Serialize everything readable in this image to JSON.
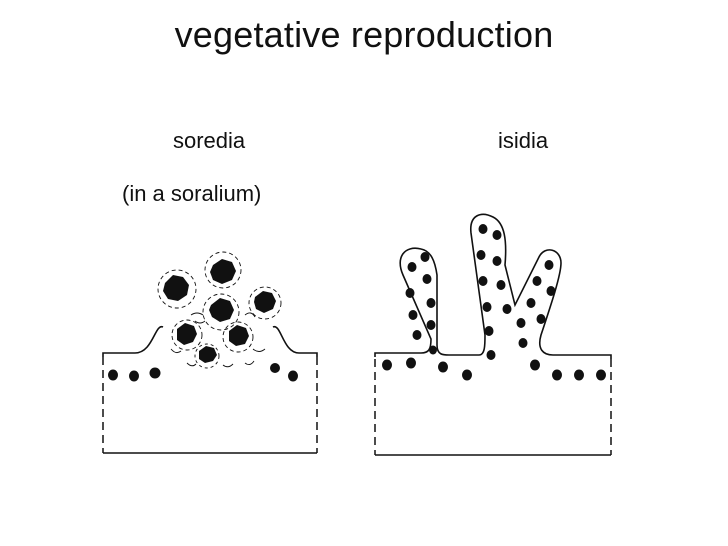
{
  "slide": {
    "title": "vegetative reproduction"
  },
  "soredia_panel": {
    "label": "soredia",
    "sublabel": "(in a soralium)"
  },
  "isidia_panel": {
    "label": "isidia"
  },
  "colors": {
    "ink": "#111111",
    "background": "#ffffff"
  }
}
